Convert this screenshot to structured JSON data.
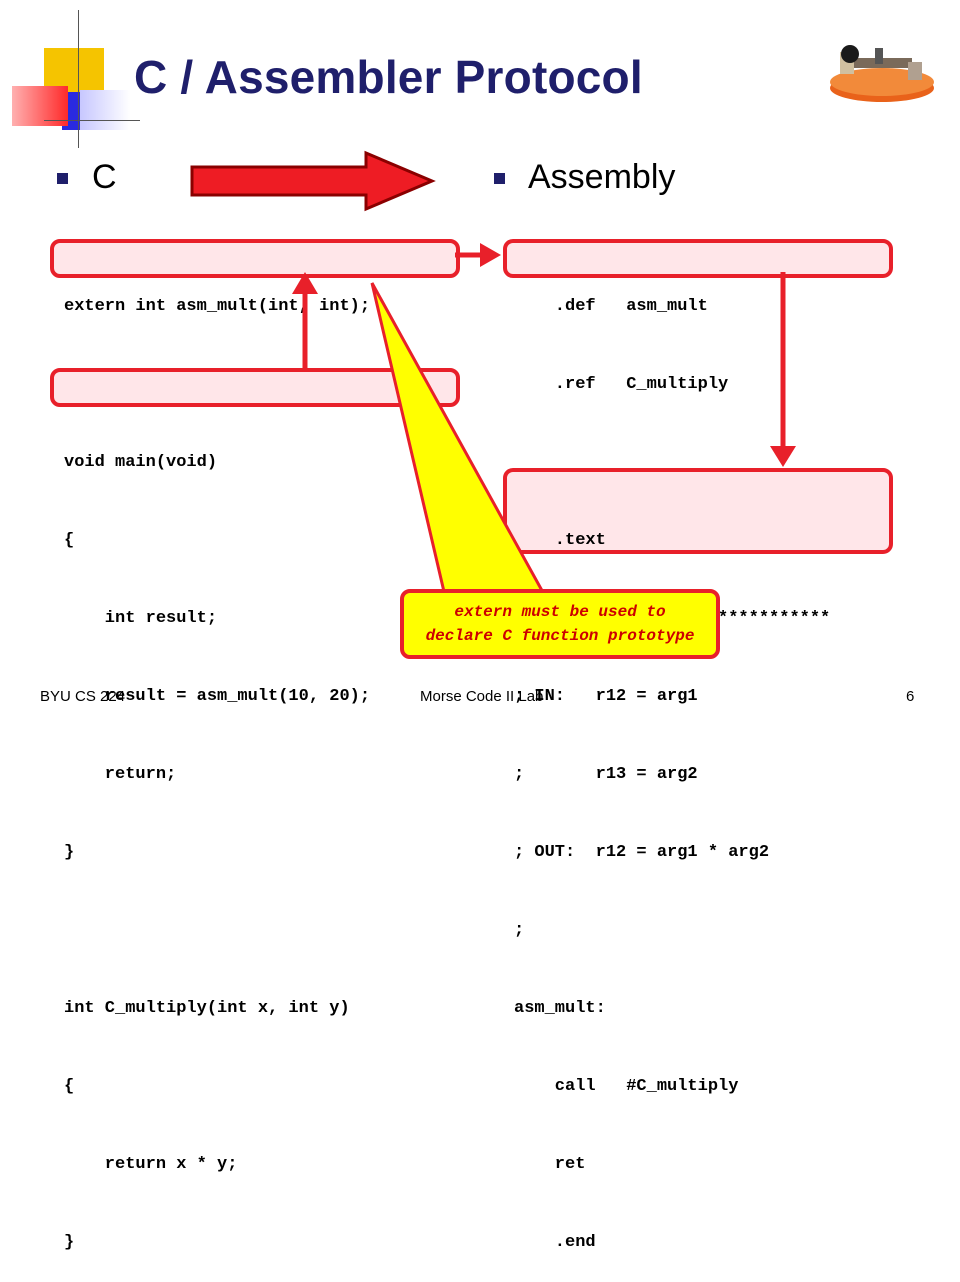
{
  "slide": {
    "title": "C / Assembler Protocol",
    "bullets": [
      "C",
      "Assembly"
    ]
  },
  "c_code": [
    "extern int asm_mult(int, int);",
    "",
    "void main(void)",
    "{",
    "    int result;",
    "    result = asm_mult(10, 20);",
    "    return;",
    "}",
    "",
    "int C_multiply(int x, int y)",
    "{",
    "    return x * y;",
    "}"
  ],
  "asm_code": [
    "    .def   asm_mult",
    "    .ref   C_multiply",
    "",
    "    .text",
    "; asm_mult ********************",
    "; IN:   r12 = arg1",
    ";       r13 = arg2",
    "; OUT:  r12 = arg1 * arg2",
    ";",
    "asm_mult:",
    "    call   #C_multiply",
    "    ret",
    "    .end"
  ],
  "callout": "extern must be used to declare C function prototype",
  "footer": {
    "course": "BYU CS 224",
    "lab": "Morse Code II Lab",
    "page": "6"
  },
  "colors": {
    "title": "#1f1f6b",
    "highlight_border": "#e8202a",
    "callout_fill": "#ffff00",
    "callout_text": "#cc0000"
  }
}
